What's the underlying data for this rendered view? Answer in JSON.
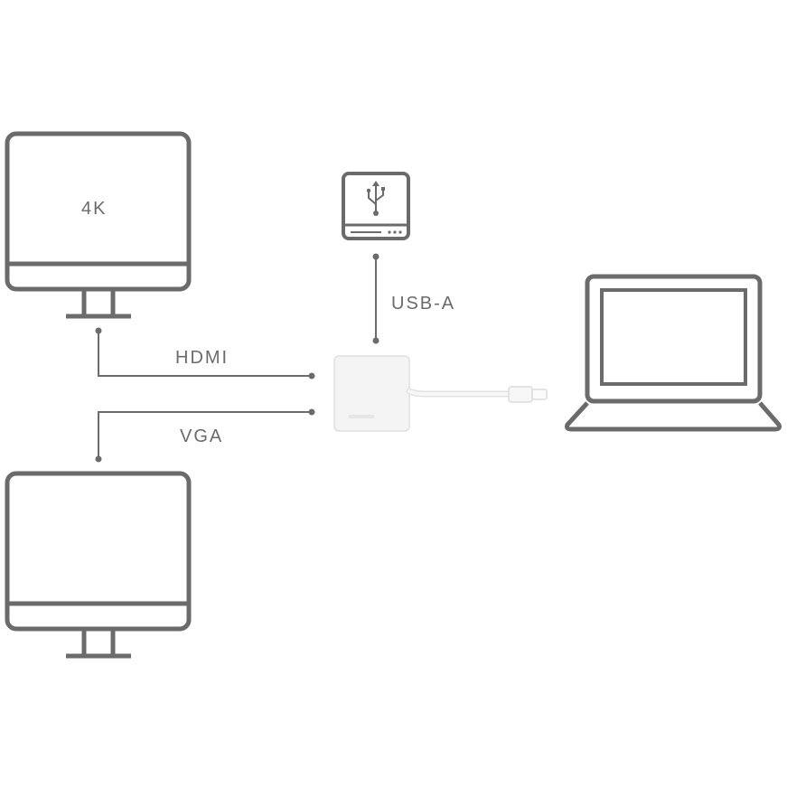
{
  "monitor_top": {
    "label": "4K"
  },
  "connections": {
    "hdmi": "HDMI",
    "vga": "VGA",
    "usb_a": "USB-A"
  },
  "colors": {
    "line": "#6b6b6b",
    "adapter": "#f4f4f4",
    "background": "#ffffff"
  }
}
